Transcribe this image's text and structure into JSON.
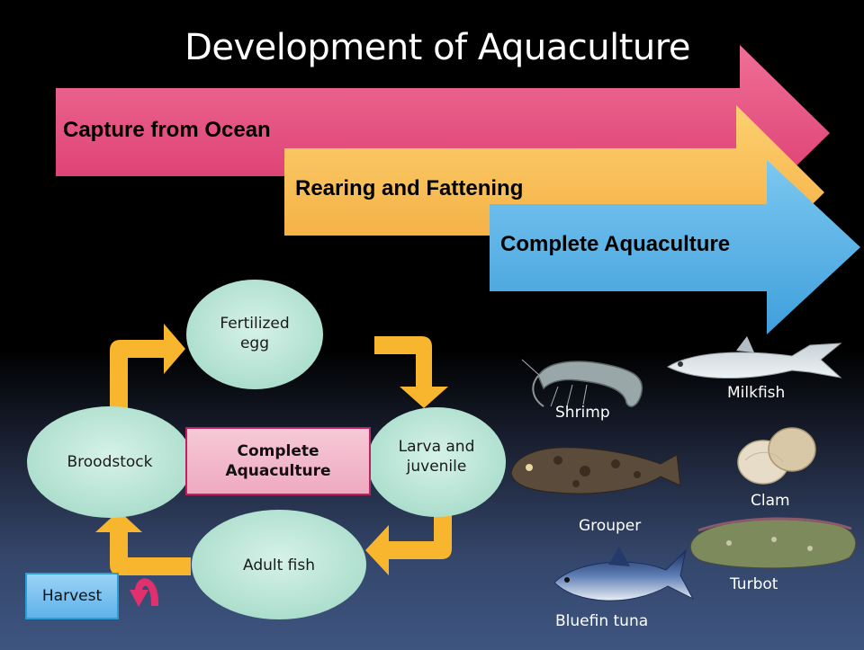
{
  "title": "Development of Aquaculture",
  "stages": [
    {
      "label": "Capture from Ocean",
      "color": "#e0457a"
    },
    {
      "label": "Rearing and Fattening",
      "color": "#f8b84a"
    },
    {
      "label": "Complete Aquaculture",
      "color": "#4aaee6"
    }
  ],
  "cycle": {
    "nodes": [
      "Fertilized egg",
      "Larva and juvenile",
      "Adult fish",
      "Broodstock"
    ],
    "center": "Complete Aquaculture",
    "harvest": "Harvest",
    "node_color": "#bfe8dc",
    "arrow_color": "#f7b62d",
    "harvest_arrow_color": "#e0306e"
  },
  "species": [
    "Shrimp",
    "Milkfish",
    "Grouper",
    "Clam",
    "Turbot",
    "Bluefin tuna"
  ]
}
